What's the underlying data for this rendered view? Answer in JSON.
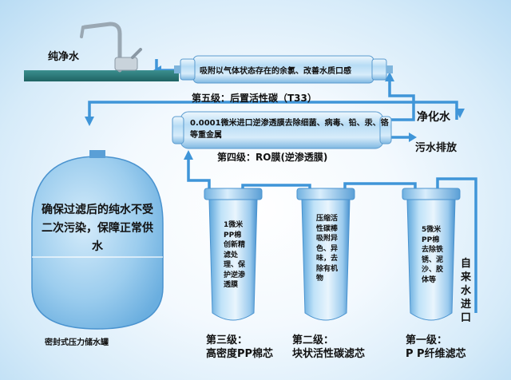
{
  "labels": {
    "pure_water": "纯净水",
    "stage5_desc": "吸附以气体状态存在的余氯、改善水质口感",
    "stage5_title": "第五级：后置活性碳（T33）",
    "ro_desc": "0.0001微米进口逆渗透膜去除细菌、病毒、铅、汞、铬等重金属",
    "stage4_title": "第四级：RO膜(逆渗透膜)",
    "purified": "净化水",
    "waste": "污水排放",
    "tank_text": "确保过滤后的纯水不受二次污染，保障正常供水",
    "tank_label": "密封式压力储水罐",
    "inlet": "自来水进口"
  },
  "filters": [
    {
      "desc": "1微米PP棉创新精滤处理、保护逆渗透膜",
      "cap_line1": "第三级：",
      "cap_line2": "高密度PP棉芯"
    },
    {
      "desc": "压缩活性碳棒吸附异色、异味，去除有机物",
      "cap_line1": "第二级：",
      "cap_line2": "块状活性碳滤芯"
    },
    {
      "desc": "5微米PP棉去除铁锈、泥沙、胶体等",
      "cap_line1": "第一级：",
      "cap_line2": "P P纤维滤芯"
    }
  ],
  "colors": {
    "pipe": "#3f95d8",
    "housing": "#9fd0f2",
    "tank": "#8fc7ec",
    "counter": "#2b7a7a"
  }
}
